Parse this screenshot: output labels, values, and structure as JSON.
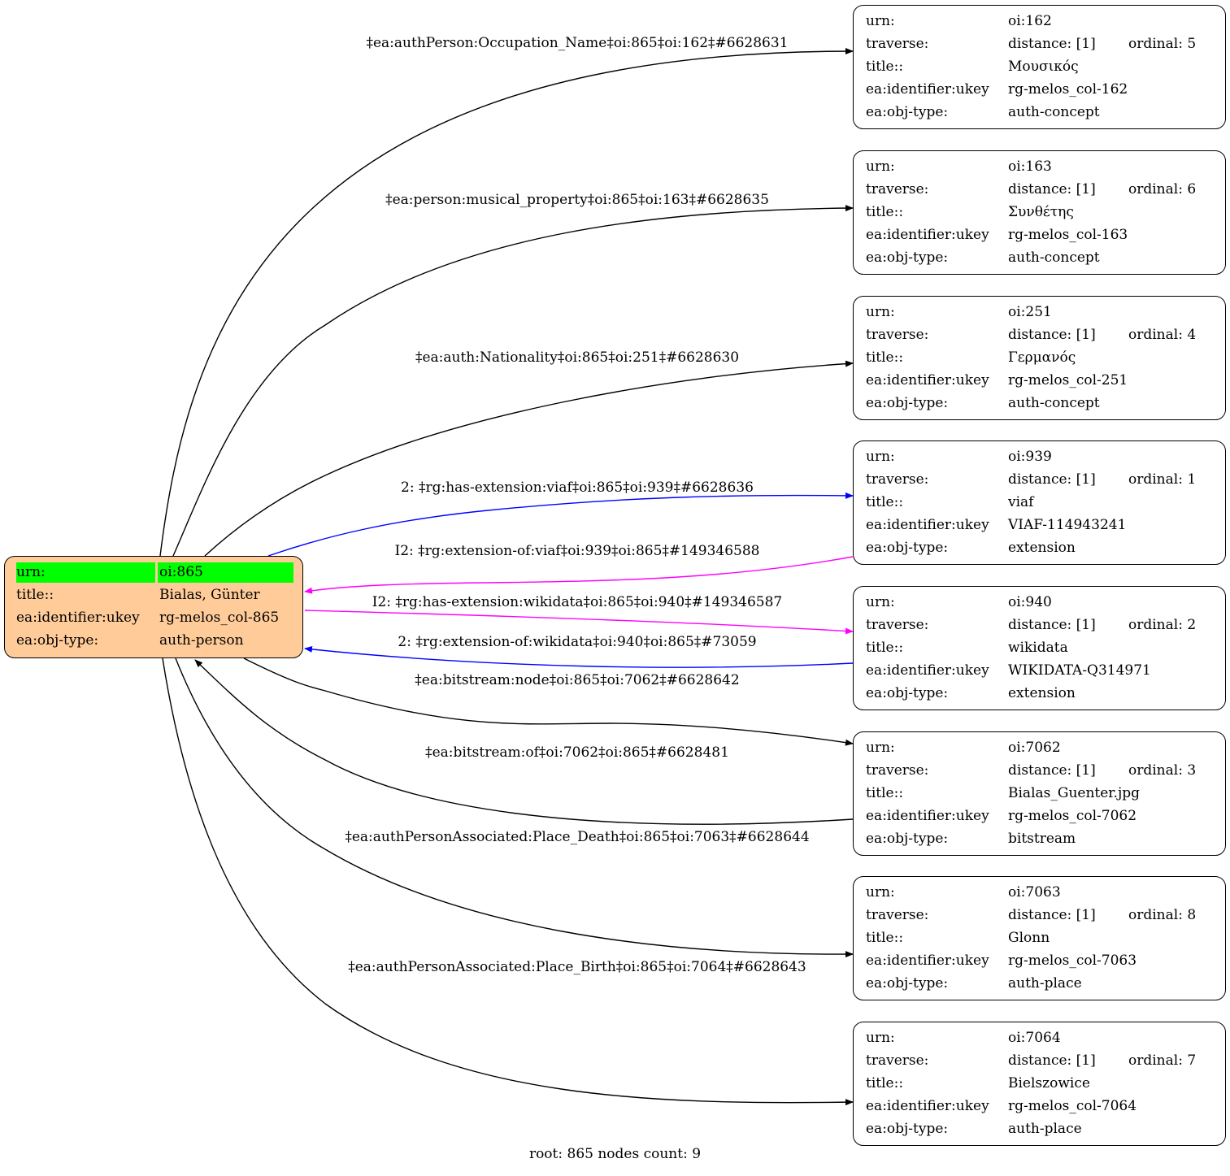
{
  "root": {
    "rows": [
      {
        "key": "urn:",
        "value": "oi:865"
      },
      {
        "key": "title::",
        "value": "Bialas, Günter"
      },
      {
        "key": "ea:identifier:ukey",
        "value": "rg-melos_col-865"
      },
      {
        "key": "ea:obj-type:",
        "value": "auth-person"
      }
    ],
    "fill": "#ffcc99",
    "highlight": "#00ff00"
  },
  "nodes": [
    {
      "urn": "oi:162",
      "distance": "distance: [1]",
      "ordinal": "ordinal: 5",
      "title": "Μουσικός",
      "ukey": "rg-melos_col-162",
      "type": "auth-concept"
    },
    {
      "urn": "oi:163",
      "distance": "distance: [1]",
      "ordinal": "ordinal: 6",
      "title": "Συνθέτης",
      "ukey": "rg-melos_col-163",
      "type": "auth-concept"
    },
    {
      "urn": "oi:251",
      "distance": "distance: [1]",
      "ordinal": "ordinal: 4",
      "title": "Γερμανός",
      "ukey": "rg-melos_col-251",
      "type": "auth-concept"
    },
    {
      "urn": "oi:939",
      "distance": "distance: [1]",
      "ordinal": "ordinal: 1",
      "title": "viaf",
      "ukey": "VIAF-114943241",
      "type": "extension"
    },
    {
      "urn": "oi:940",
      "distance": "distance: [1]",
      "ordinal": "ordinal: 2",
      "title": "wikidata",
      "ukey": "WIKIDATA-Q314971",
      "type": "extension"
    },
    {
      "urn": "oi:7062",
      "distance": "distance: [1]",
      "ordinal": "ordinal: 3",
      "title": "Bialas_Guenter.jpg",
      "ukey": "rg-melos_col-7062",
      "type": "bitstream"
    },
    {
      "urn": "oi:7063",
      "distance": "distance: [1]",
      "ordinal": "ordinal: 8",
      "title": "Glonn",
      "ukey": "rg-melos_col-7063",
      "type": "auth-place"
    },
    {
      "urn": "oi:7064",
      "distance": "distance: [1]",
      "ordinal": "ordinal: 7",
      "title": "Bielszowice",
      "ukey": "rg-melos_col-7064",
      "type": "auth-place"
    }
  ],
  "node_keys": {
    "urn": "urn:",
    "traverse": "traverse:",
    "title": "title::",
    "ukey": "ea:identifier:ukey",
    "type": "ea:obj-type:"
  },
  "edges": [
    {
      "label": "‡ea:authPerson:Occupation_Name‡oi:865‡oi:162‡#6628631",
      "color": "#000000"
    },
    {
      "label": "‡ea:person:musical_property‡oi:865‡oi:163‡#6628635",
      "color": "#000000"
    },
    {
      "label": "‡ea:auth:Nationality‡oi:865‡oi:251‡#6628630",
      "color": "#000000"
    },
    {
      "label": "2: ‡rg:has-extension:viaf‡oi:865‡oi:939‡#6628636",
      "color": "#0000ff"
    },
    {
      "label": "I2: ‡rg:extension-of:viaf‡oi:939‡oi:865‡#149346588",
      "color": "#ff00ff"
    },
    {
      "label": "I2: ‡rg:has-extension:wikidata‡oi:865‡oi:940‡#149346587",
      "color": "#ff00ff"
    },
    {
      "label": "2: ‡rg:extension-of:wikidata‡oi:940‡oi:865‡#73059",
      "color": "#0000ff"
    },
    {
      "label": "‡ea:bitstream:node‡oi:865‡oi:7062‡#6628642",
      "color": "#000000"
    },
    {
      "label": "‡ea:bitstream:of‡oi:7062‡oi:865‡#6628481",
      "color": "#000000"
    },
    {
      "label": "‡ea:authPersonAssociated:Place_Death‡oi:865‡oi:7063‡#6628644",
      "color": "#000000"
    },
    {
      "label": "‡ea:authPersonAssociated:Place_Birth‡oi:865‡oi:7064‡#6628643",
      "color": "#000000"
    }
  ],
  "footer": "root: 865 nodes count: 9"
}
